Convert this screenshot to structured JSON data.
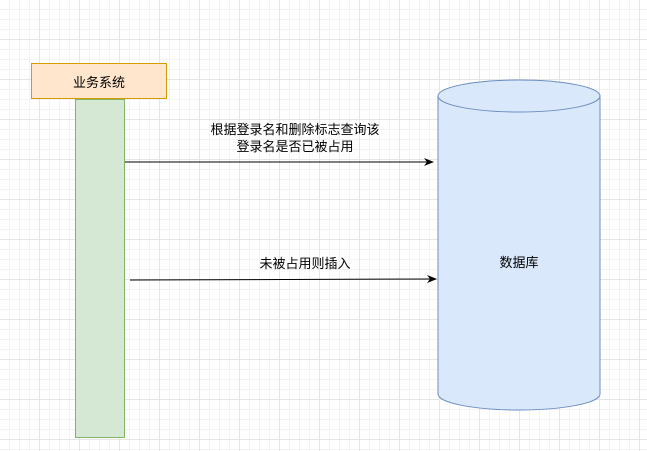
{
  "diagram": {
    "system_label": "业务系统",
    "database_label": "数据库",
    "messages": [
      {
        "line1": "根据登录名和删除标志查询该",
        "line2": "登录名是否已被占用"
      },
      {
        "line1": "未被占用则插入"
      }
    ]
  },
  "colors": {
    "system_fill": "#ffe6cc",
    "system_stroke": "#d79b00",
    "lifeline_fill": "#d5e8d4",
    "lifeline_stroke": "#82b366",
    "database_fill": "#dae8fc",
    "database_stroke": "#6c8ebf",
    "arrow": "#000000"
  }
}
